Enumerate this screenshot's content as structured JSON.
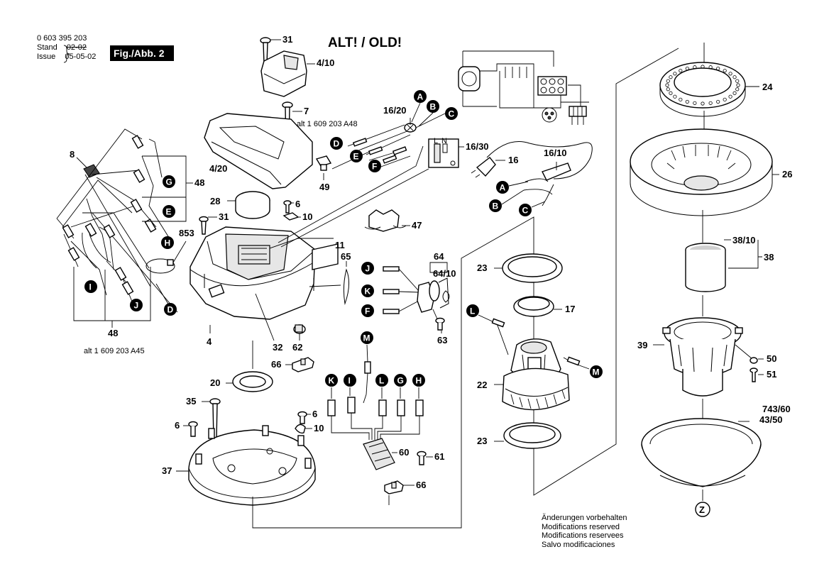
{
  "header": {
    "part_number": "0 603 395 203",
    "stand_label": "Stand",
    "issue_label": "Issue",
    "old_date": "02-02",
    "new_date": "05-05-02",
    "fig_label": "Fig./Abb. 2"
  },
  "title": "ALT! / OLD!",
  "notice": [
    "Änderungen vorbehalten",
    "Modifications reserved",
    "Modifications reservees",
    "Salvo modificaciones"
  ],
  "part_labels": {
    "p31a": "31",
    "p410": "4/10",
    "p7": "7",
    "p420": "4/20",
    "p8": "8",
    "p48a": "48",
    "p48b": "48",
    "alt_a48": "alt 1 609 203 A48",
    "alt_a45": "alt 1 609 203 A45",
    "p853": "853",
    "p28": "28",
    "p6a": "6",
    "p10a": "10",
    "p31b": "31",
    "p11": "11",
    "p47": "47",
    "p49": "49",
    "p1620": "16/20",
    "p1630": "16/30",
    "p16": "16",
    "p1610": "16/10",
    "p4": "4",
    "p32": "32",
    "p62": "62",
    "p65": "65",
    "p66a": "66",
    "p64": "64",
    "p6410": "64/10",
    "p63": "63",
    "p20": "20",
    "p35": "35",
    "p6b": "6",
    "p6c": "6",
    "p10b": "10",
    "p37": "37",
    "p60": "60",
    "p61": "61",
    "p66b": "66",
    "p23a": "23",
    "p17": "17",
    "p22": "22",
    "p23b": "23",
    "p24": "24",
    "p26": "26",
    "p3810": "38/10",
    "p38": "38",
    "p39": "39",
    "p50": "50",
    "p51": "51",
    "p74360": "743/60",
    "p4350": "43/50",
    "pZ": "Z"
  },
  "wire_codes": [
    "A",
    "B",
    "C",
    "D",
    "E",
    "F",
    "G",
    "H",
    "I",
    "J",
    "K",
    "L",
    "M"
  ],
  "switch_marks": {
    "L": "L",
    "N": "N"
  }
}
